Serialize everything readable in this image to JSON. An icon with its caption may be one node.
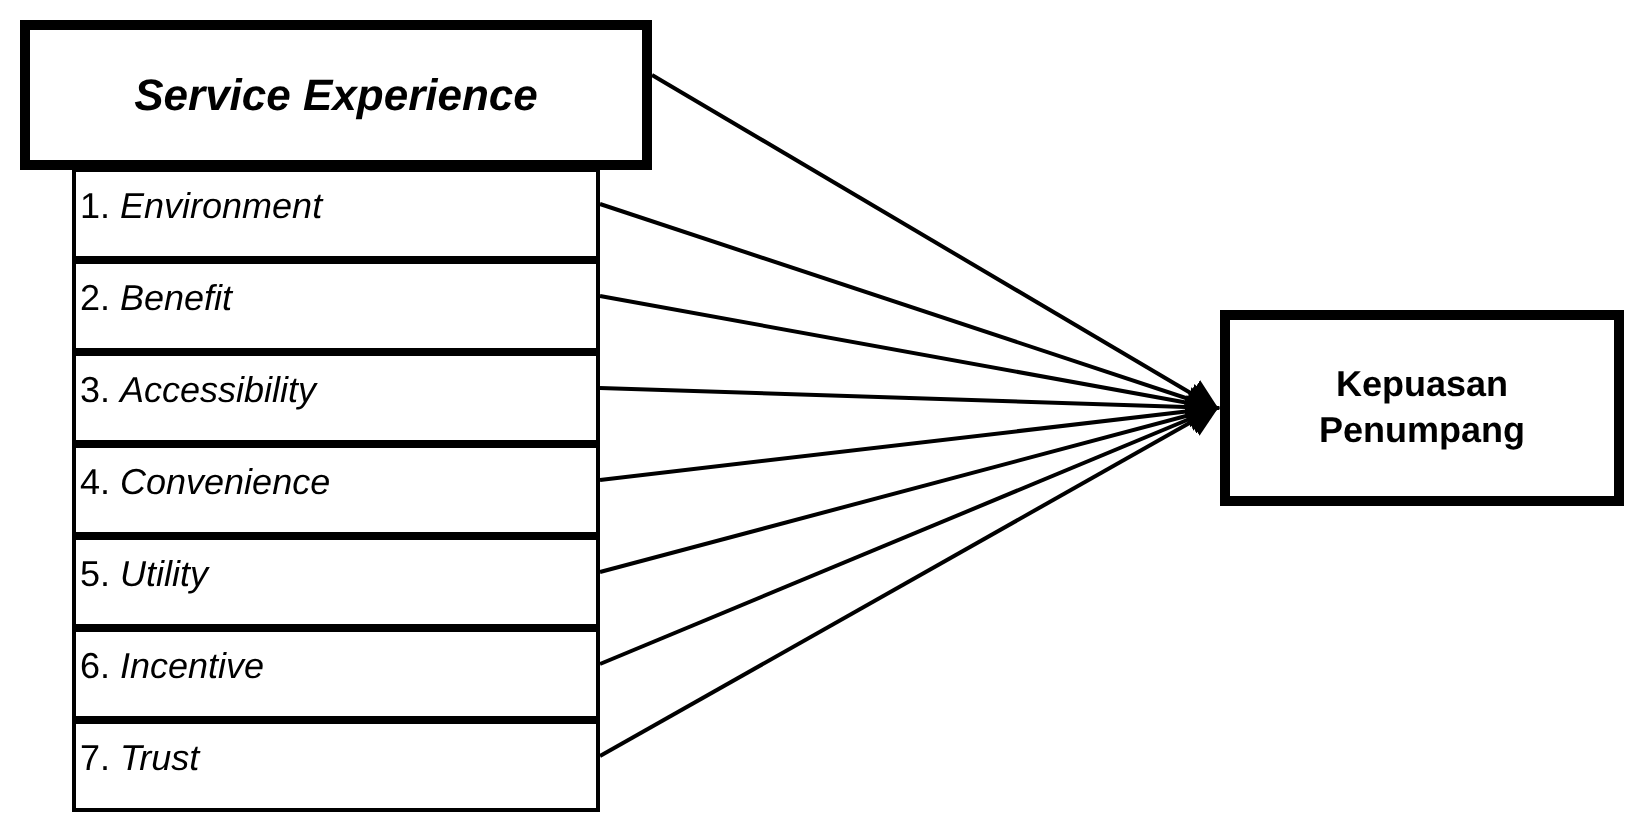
{
  "diagram": {
    "nodes": [
      {
        "text": [
          "Service Experience"
        ]
      },
      {
        "text": [
          "1. *Environment*"
        ]
      },
      {
        "text": [
          "2. *Benefit*"
        ]
      },
      {
        "text": [
          "3. *Accessibility*"
        ]
      },
      {
        "text": [
          "4. *Convenience*"
        ]
      },
      {
        "text": [
          "5. *Utility*"
        ]
      },
      {
        "text": [
          "6. *Incentive*"
        ]
      },
      {
        "text": [
          "7. *Trust*"
        ]
      },
      {
        "text": [
          "Kepuasan Penumpang"
        ]
      }
    ],
    "edges": [
      {
        "from": 0,
        "to": 8,
        "arrow": "to"
      },
      {
        "from": 1,
        "to": 8,
        "arrow": "to"
      },
      {
        "from": 2,
        "to": 8,
        "arrow": "to"
      },
      {
        "from": 3,
        "to": 8,
        "arrow": "to"
      },
      {
        "from": 4,
        "to": 8,
        "arrow": "to"
      },
      {
        "from": 5,
        "to": 8,
        "arrow": "to"
      },
      {
        "from": 6,
        "to": 8,
        "arrow": "to"
      },
      {
        "from": 7,
        "to": 8,
        "arrow": "to"
      }
    ]
  }
}
